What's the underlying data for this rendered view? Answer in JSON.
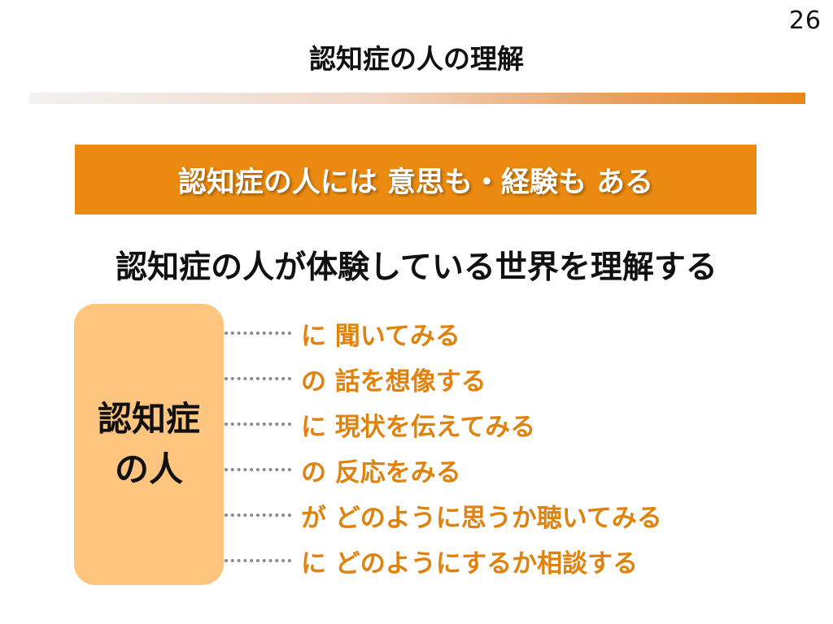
{
  "page_number": "26",
  "title": "認知症の人の理解",
  "banner": "認知症の人には 意思も・経験も ある",
  "subheading": "認知症の人が体験している世界を理解する",
  "person_box": {
    "line1": "認知症",
    "line2": "の人"
  },
  "items": [
    "に 聞いてみる",
    "の 話を想像する",
    "に 現状を伝えてみる",
    "の 反応をみる",
    "が どのように思うか聴いてみる",
    "に どのようにするか相談する"
  ],
  "colors": {
    "accent_orange": "#ea8a10",
    "item_text": "#e0820e",
    "person_box_fill": "#fdc57d"
  }
}
